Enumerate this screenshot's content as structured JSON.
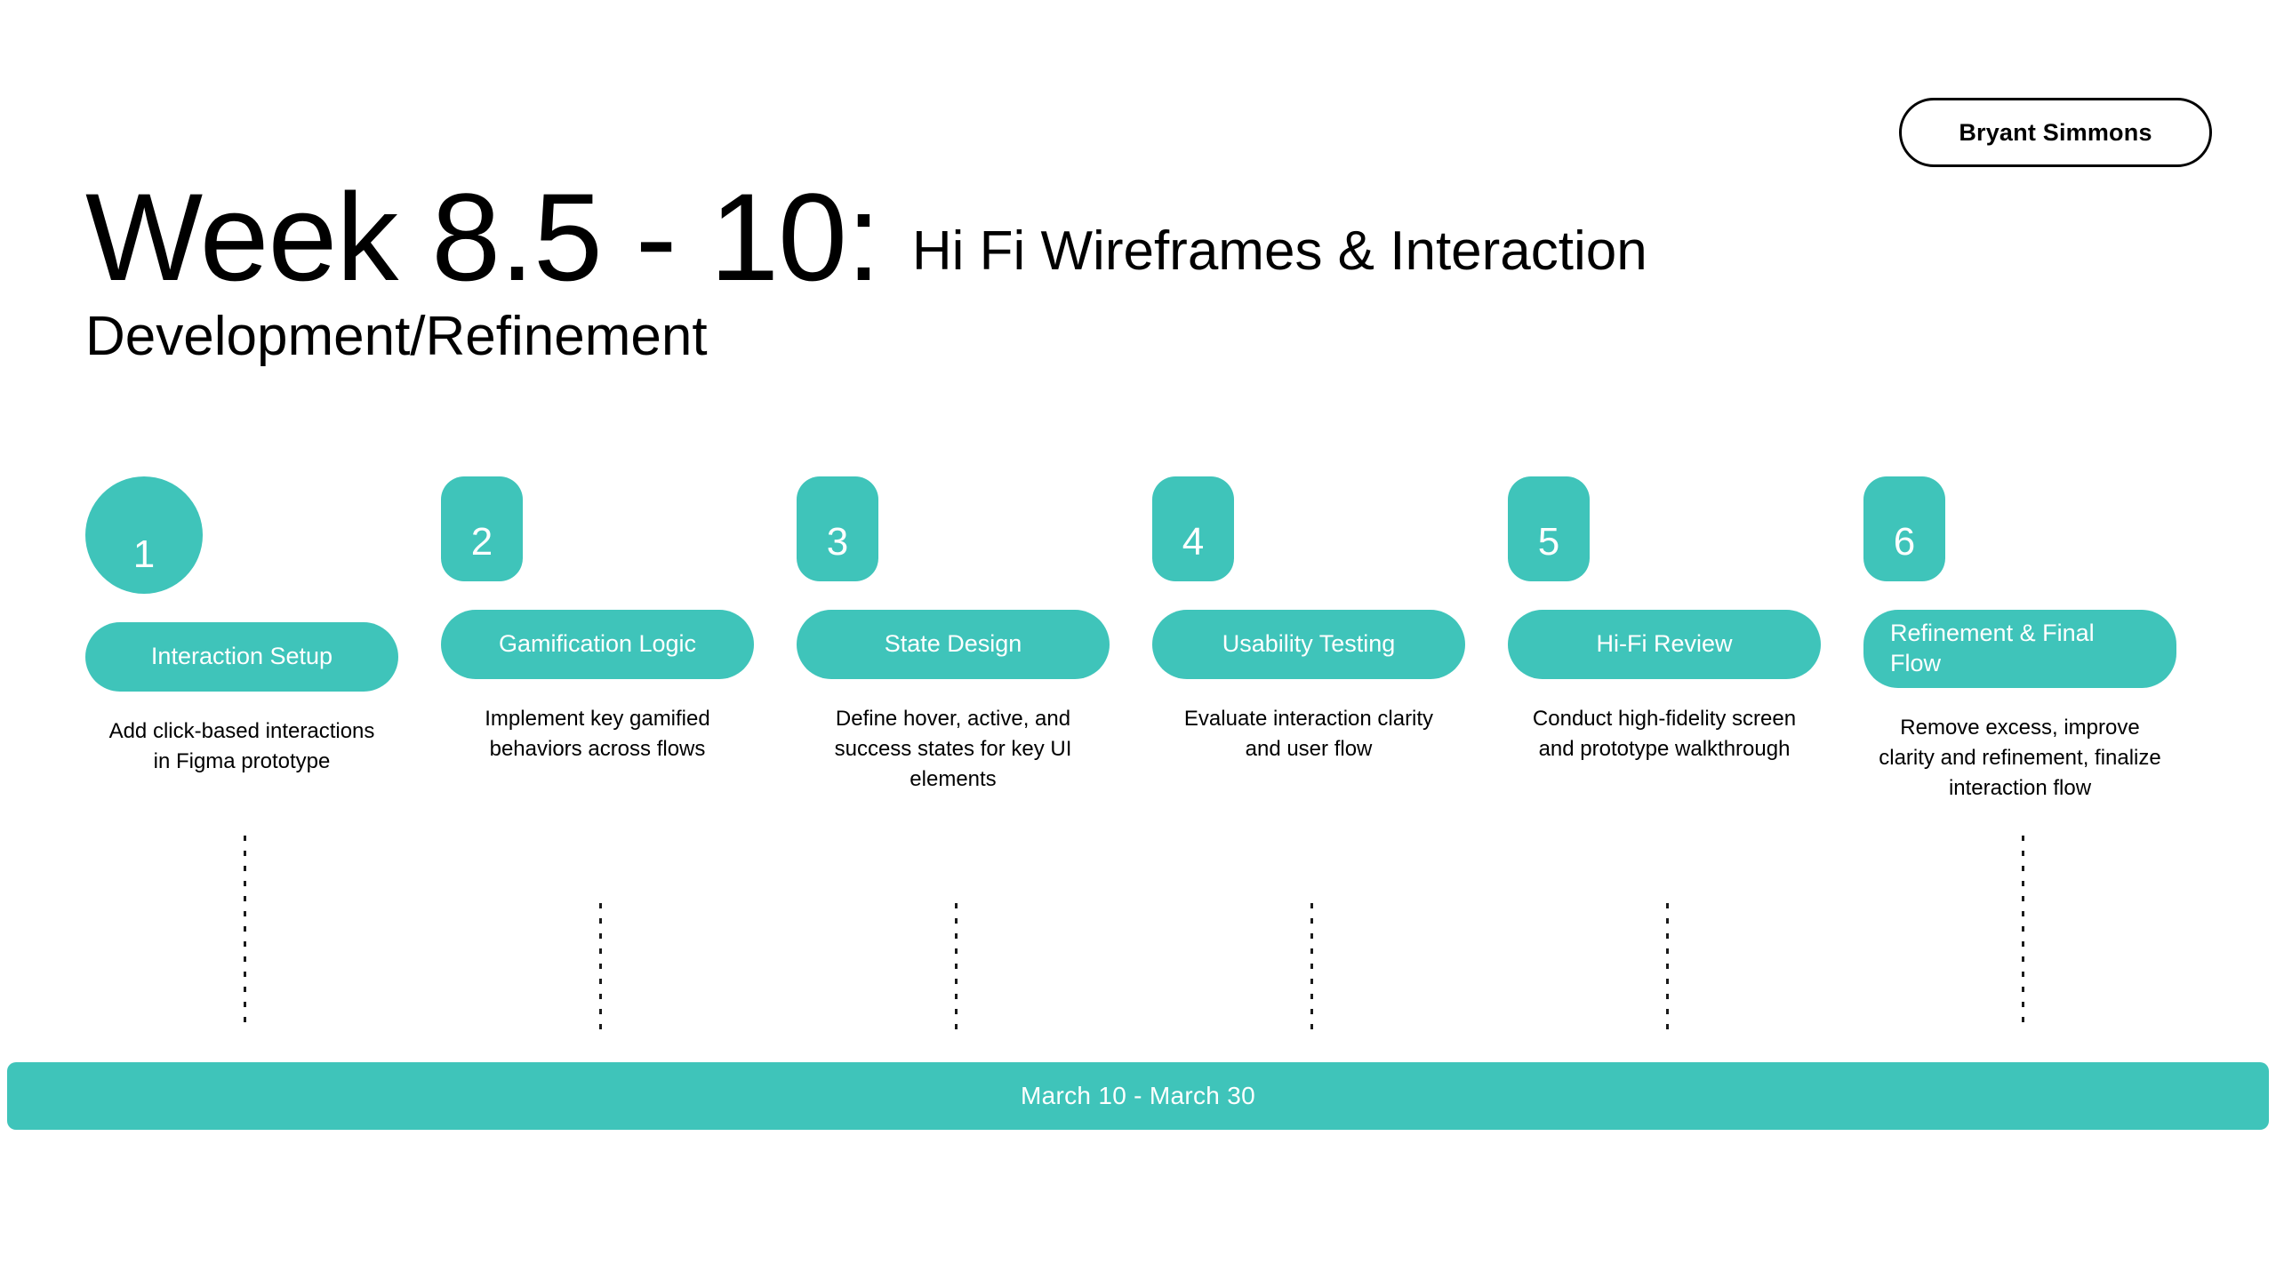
{
  "name_badge": {
    "label": "Bryant Simmons"
  },
  "header": {
    "title_main": "Week 8.5 - 10:",
    "title_sub": "Hi Fi Wireframes & Interaction",
    "title_second_line": "Development/Refinement"
  },
  "steps": [
    {
      "number": "1",
      "pill": "Interaction Setup",
      "description": "Add click-based interactions in Figma prototype"
    },
    {
      "number": "2",
      "pill": "Gamification Logic",
      "description": "Implement key gamified behaviors across flows"
    },
    {
      "number": "3",
      "pill": "State Design",
      "description": "Define hover, active, and success states for key UI elements"
    },
    {
      "number": "4",
      "pill": "Usability Testing",
      "description": "Evaluate interaction clarity and user flow"
    },
    {
      "number": "5",
      "pill": "Hi-Fi Review",
      "description": "Conduct high-fidelity screen and prototype walkthrough"
    },
    {
      "number": "6",
      "pill": "Refinement & Final Flow",
      "description": "Remove excess, improve clarity and refinement, finalize interaction flow"
    }
  ],
  "footer": {
    "date_range": "March 10 - March 30"
  },
  "colors": {
    "accent": "#3fc4ba",
    "text": "#000000",
    "on_accent": "#ffffff",
    "background": "#ffffff"
  }
}
